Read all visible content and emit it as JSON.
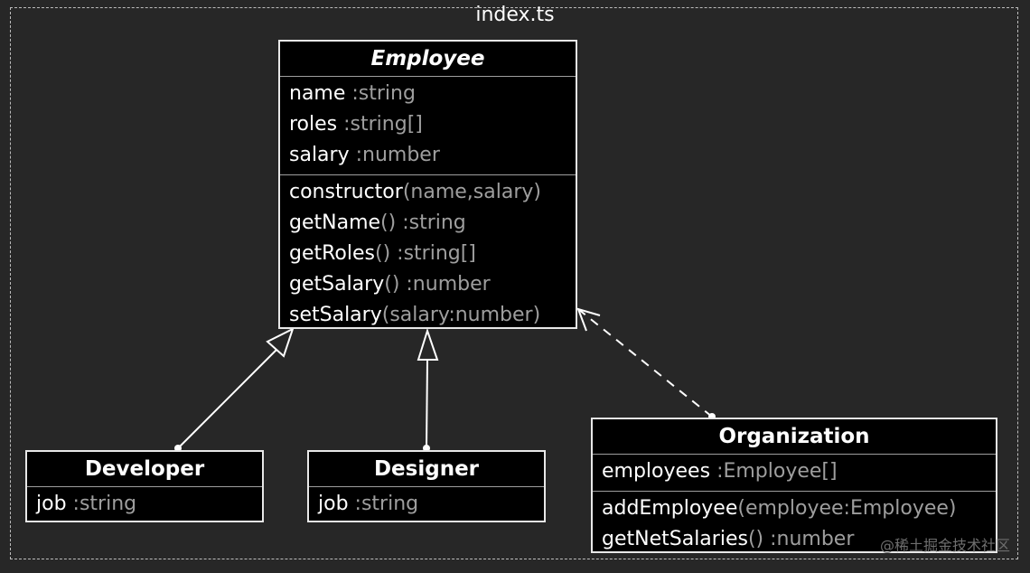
{
  "package_title": "index.ts",
  "employee": {
    "name": "Employee",
    "attributes": [
      {
        "name": "name",
        "type": ":string"
      },
      {
        "name": "roles",
        "type": ":string[]"
      },
      {
        "name": "salary",
        "type": ":number"
      }
    ],
    "methods": [
      {
        "name": "constructor",
        "sig": "(name,salary)"
      },
      {
        "name": "getName",
        "sig": "() :string"
      },
      {
        "name": "getRoles",
        "sig": "() :string[]"
      },
      {
        "name": "getSalary",
        "sig": "() :number"
      },
      {
        "name": "setSalary",
        "sig": "(salary:number)"
      }
    ]
  },
  "developer": {
    "name": "Developer",
    "attributes": [
      {
        "name": "job",
        "type": ":string"
      }
    ]
  },
  "designer": {
    "name": "Designer",
    "attributes": [
      {
        "name": "job",
        "type": ":string"
      }
    ]
  },
  "organization": {
    "name": "Organization",
    "attributes": [
      {
        "name": "employees",
        "type": ":Employee[]"
      }
    ],
    "methods": [
      {
        "name": "addEmployee",
        "sig": "(employee:Employee)"
      },
      {
        "name": "getNetSalaries",
        "sig": "() :number"
      }
    ]
  },
  "watermark": "@稀土掘金技术社区"
}
